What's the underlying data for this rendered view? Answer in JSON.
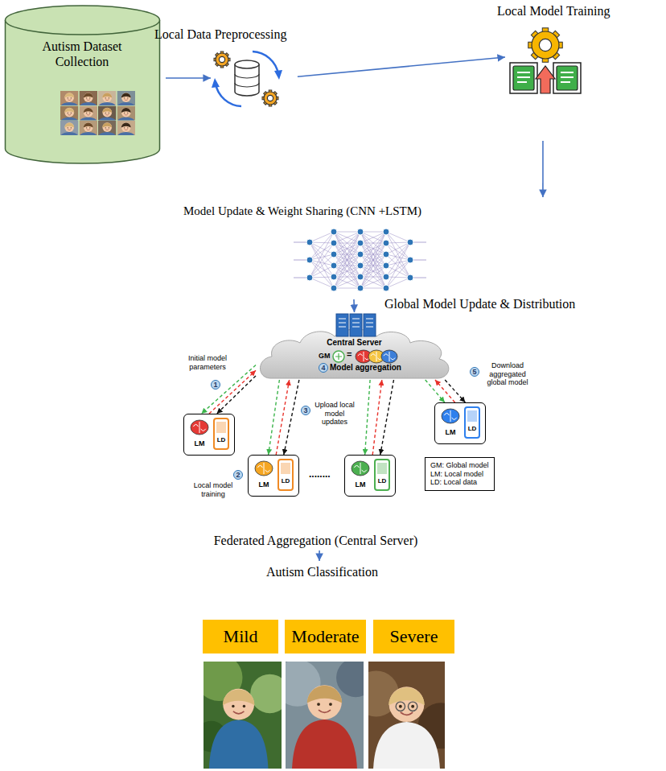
{
  "diagram": {
    "nodes": [
      {
        "text": [
          "Autism Dataset Collection"
        ]
      },
      {
        "text": [
          "Local Data Preprocessing"
        ]
      },
      {
        "text": [
          "Local Model Training"
        ]
      },
      {
        "text": [
          "Model Update & Weight Sharing (CNN +LSTM)"
        ]
      },
      {
        "text": [
          "Federated Aggregation (Central Server)"
        ]
      },
      {
        "text": [
          "Central Server",
          "Model aggregation"
        ],
        "in": 4
      },
      {
        "text": [
          "LM",
          "LD"
        ],
        "in": 4
      },
      {
        "text": [
          "LM",
          "LD"
        ],
        "in": 4
      },
      {
        "text": [
          "LM",
          "LD"
        ],
        "in": 4
      },
      {
        "text": [
          "LM",
          "LD"
        ],
        "in": 4
      },
      {
        "text": [
          "GM: Global model",
          "LM: Local model",
          "LD: Local data"
        ],
        "in": 4
      },
      {
        "text": [
          "Autism Classification"
        ]
      },
      {
        "text": [
          "Mild"
        ],
        "in": 11
      },
      {
        "text": [
          "Moderate"
        ],
        "in": 11
      },
      {
        "text": [
          "Severe"
        ],
        "in": 11
      }
    ],
    "edges": [
      {
        "from": 0,
        "to": 1,
        "arrow": "to"
      },
      {
        "from": 1,
        "to": 2,
        "arrow": "to"
      },
      {
        "from": 2,
        "to": 3,
        "arrow": "to"
      },
      {
        "from": 3,
        "to": 5,
        "arrow": "to"
      },
      {
        "from": 5,
        "to": 6,
        "arrow": "to"
      },
      {
        "from": 6,
        "to": 5,
        "arrow": "to"
      },
      {
        "from": 5,
        "to": 6,
        "arrow": "to"
      },
      {
        "from": 5,
        "to": 7,
        "arrow": "to"
      },
      {
        "from": 7,
        "to": 5,
        "arrow": "to"
      },
      {
        "from": 5,
        "to": 7,
        "arrow": "to"
      },
      {
        "from": 5,
        "to": 8,
        "arrow": "to"
      },
      {
        "from": 8,
        "to": 5,
        "arrow": "to"
      },
      {
        "from": 5,
        "to": 8,
        "arrow": "to"
      },
      {
        "from": 5,
        "to": 9,
        "arrow": "to"
      },
      {
        "from": 9,
        "to": 5,
        "arrow": "to"
      },
      {
        "from": 5,
        "to": 9,
        "arrow": "to"
      },
      {
        "from": 4,
        "to": 11,
        "arrow": "to"
      }
    ],
    "labels": [
      "Global Model Update & Distribution",
      "1",
      "Initial model parameters",
      "GM",
      "=",
      "4",
      "5",
      "Download aggregated global model",
      "2",
      "Local model training",
      "3",
      "Upload local model updates",
      "........"
    ]
  }
}
